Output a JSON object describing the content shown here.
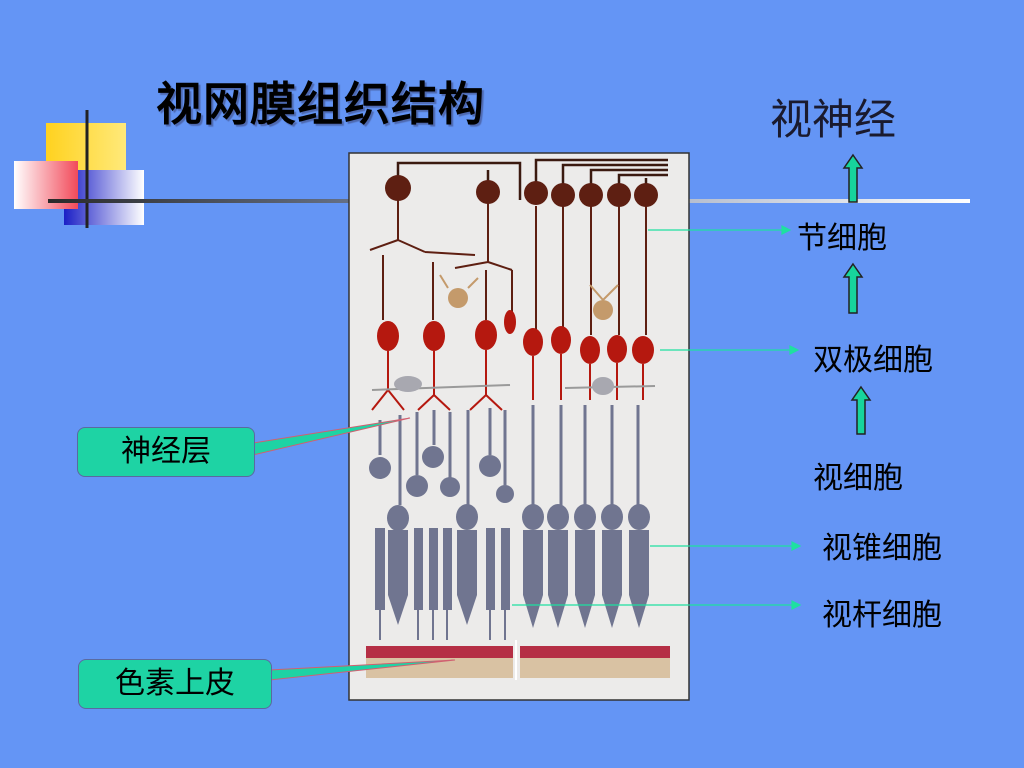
{
  "slide": {
    "title": "视网膜组织结构",
    "optic_nerve_label": "视神经",
    "labels": {
      "ganglion": "节细胞",
      "bipolar": "双极细胞",
      "photoreceptor": "视细胞",
      "cone": "视锥细胞",
      "rod": "视杆细胞"
    },
    "callouts": {
      "neural_layer": "神经层",
      "pigment_epithelium": "色素上皮"
    }
  },
  "colors": {
    "background": "#6495f5",
    "arrow_fill": "#17d49c",
    "callout_fill": "#1ed3a4",
    "ganglion": "#5e1f12",
    "bipolar": "#b5180f",
    "photoreceptor": "#707590",
    "pigment": "#b52f45"
  }
}
